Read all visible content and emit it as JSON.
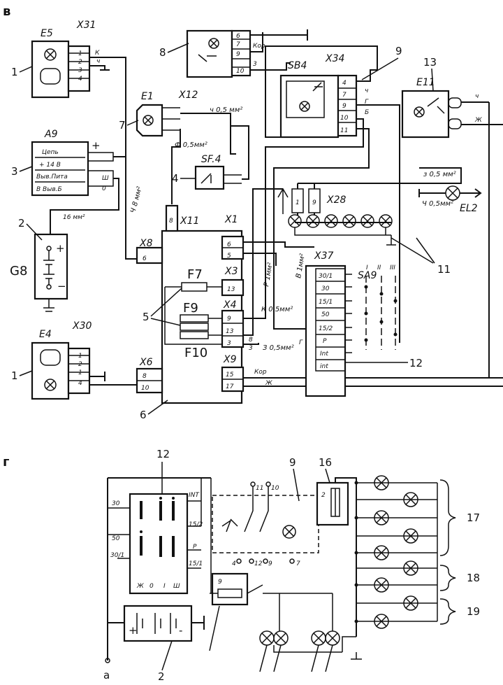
{
  "sections": {
    "b": "в",
    "g": "г"
  },
  "top": {
    "numbers": {
      "n1a": "1",
      "n1b": "1",
      "n2": "2",
      "n3": "3",
      "n4": "4",
      "n5": "5",
      "n6": "6",
      "n7": "7",
      "n8": "8",
      "n9": "9",
      "n11": "11",
      "n12": "12",
      "n13": "13"
    },
    "components": {
      "E5": "E5",
      "E4": "E4",
      "A9": "A9",
      "G8": "G8",
      "E1": "E1",
      "SF4": "SF.4",
      "SB4": "SB4",
      "E11": "E11",
      "EL2": "EL2",
      "SA9": "SA9",
      "F7": "F7",
      "F9": "F9",
      "F10": "F10"
    },
    "connectors": {
      "X31": "X31",
      "X30": "X30",
      "X12": "X12",
      "X34": "X34",
      "X28": "X28",
      "X11": "X11",
      "X1": "X1",
      "X3": "X3",
      "X4": "X4",
      "X8": "X8",
      "X6": "X6",
      "X9": "X9",
      "X37": "X37"
    },
    "wire_labels": {
      "w1": "ч 0,5 мм²",
      "w2": "Ф 0,5мм²",
      "w3": "з 0,5 мм²",
      "w4": "Ч 0,5мм²",
      "w5": "16 мм²",
      "w6": "Ч 8 мм²",
      "w7": "Р 1мм²",
      "w8": "В 1мм²",
      "w9": "К 0,5мм²",
      "w10": "З 0,5мм²",
      "w11": "Кор",
      "w12": "Ж",
      "w13": "К",
      "w14": "ч",
      "w15": "Кор",
      "w16": "Г",
      "w17": "Б",
      "w18": "ч",
      "w19": "Ж",
      "w20": "Г"
    },
    "a9_rows": [
      "Цепь",
      "+ 14 В",
      "Выв.Пита",
      "В Выв.Б"
    ],
    "a9_marks": {
      "plus": "+",
      "sh": "Ш",
      "zero": "0"
    },
    "x37_pins": [
      "30/1",
      "30",
      "15/1",
      "50",
      "15/2",
      "Р",
      "Int",
      "int"
    ],
    "sa9_pos": [
      "I",
      "II",
      "III"
    ],
    "x28_pins": [
      "1",
      "9"
    ],
    "pins": {
      "x31": [
        "1",
        "2",
        "3",
        "4"
      ],
      "x30": [
        "1",
        "2",
        "1",
        "4"
      ],
      "x8": "6",
      "x6": [
        "8",
        "10"
      ],
      "x11": "8",
      "x1": [
        "6",
        "5"
      ],
      "x3": "13",
      "x4": [
        "9",
        "13",
        "3"
      ],
      "x9": [
        "15",
        "17"
      ],
      "x34": [
        "4",
        "7",
        "9",
        "10",
        "11"
      ],
      "sb8_box": [
        "6",
        "7",
        "9",
        "10"
      ],
      "x3mid": "8",
      "x4mid": "3"
    },
    "letters": {
      "kor": "Кор",
      "r": "Г",
      "b6": "б",
      "three": "3"
    }
  },
  "bottom": {
    "numbers": {
      "n12": "12",
      "n9": "9",
      "n16": "16",
      "n17": "17",
      "n18": "18",
      "n19": "19",
      "n2": "2",
      "na": "а"
    },
    "relay_pins_left": [
      "30",
      "50",
      "30/1"
    ],
    "relay_pins_right": [
      "INT",
      "15/2",
      "Р",
      "15/1"
    ],
    "relay_bottom": [
      "Ж",
      "0",
      "I",
      "Ш"
    ],
    "switch_pins_top": [
      "11",
      "10"
    ],
    "switch_pins_bottom": [
      "4",
      "12",
      "9",
      "7"
    ],
    "fuse_label": "2",
    "fuse2_label": "9",
    "battery_marks": {
      "plus": "+",
      "minus": "-"
    }
  }
}
